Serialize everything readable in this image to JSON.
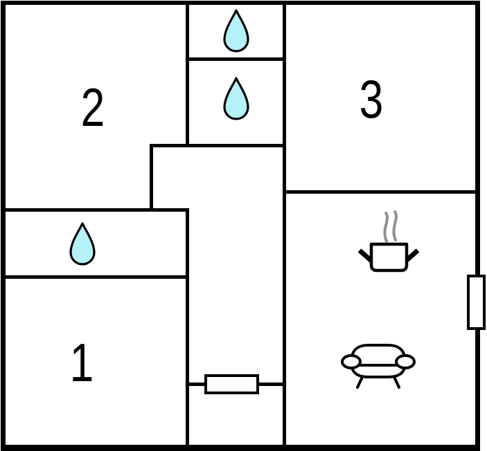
{
  "plan_title": "apartment-floor-plan",
  "colors": {
    "wall": "#000000",
    "background": "#ffffff",
    "water_drop_fill": "#b5f1f6",
    "water_drop_stroke": "#000000",
    "steam": "#8f8f8f"
  },
  "rooms": [
    {
      "id": "room-1",
      "label": "1"
    },
    {
      "id": "room-2",
      "label": "2"
    },
    {
      "id": "room-3",
      "label": "3"
    }
  ],
  "icons": [
    {
      "name": "water-drop-icon",
      "location": "top-water-closet"
    },
    {
      "name": "water-drop-icon",
      "location": "middle-water-closet"
    },
    {
      "name": "water-drop-icon",
      "location": "left-bathroom"
    },
    {
      "name": "cooking-pot-icon",
      "location": "kitchen-living-room"
    },
    {
      "name": "steam-icon",
      "location": "kitchen-living-room"
    },
    {
      "name": "sofa-icon",
      "location": "kitchen-living-room"
    },
    {
      "name": "radiator-icon",
      "location": "hallway"
    },
    {
      "name": "window-icon",
      "location": "right-exterior-wall"
    }
  ]
}
